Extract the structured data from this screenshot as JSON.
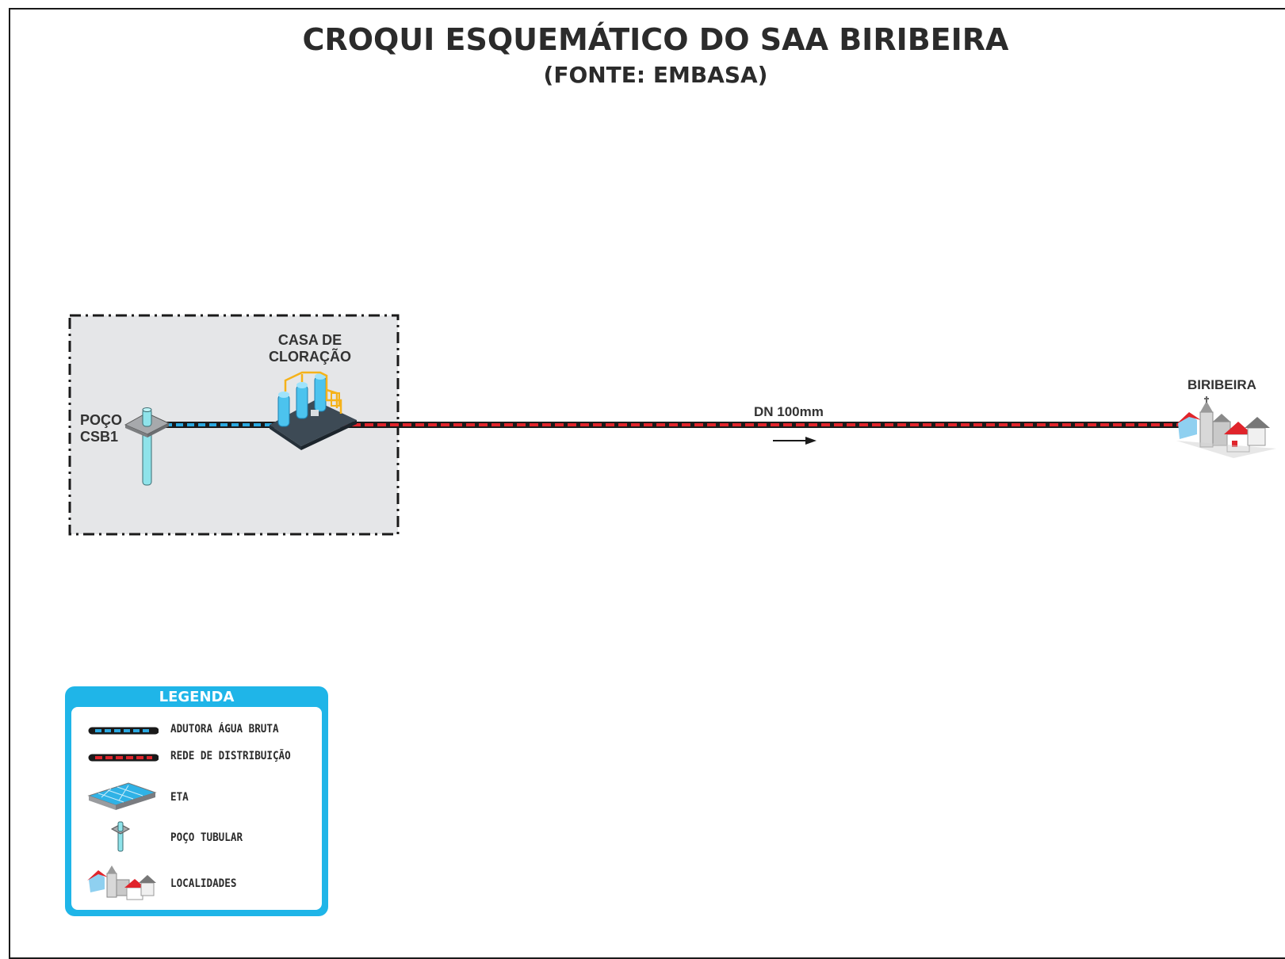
{
  "title": "CROQUI ESQUEMÁTICO DO SAA BIRIBEIRA",
  "subtitle": "(FONTE: EMBASA)",
  "nodes": {
    "poco": {
      "line1": "POÇO",
      "line2": "CSB1"
    },
    "casa": {
      "line1": "CASA DE",
      "line2": "CLORAÇÃO"
    },
    "localidade": {
      "name": "BIRIBEIRA"
    }
  },
  "pipe": {
    "label": "DN 100mm"
  },
  "colors": {
    "raw_water": "#2aa8e0",
    "distribution": "#e0242b",
    "pipe_base": "#1a1a1a",
    "area_fill": "#e5e6e8",
    "legend_frame": "#1fb5e8"
  },
  "legend": {
    "title": "LEGENDA",
    "items": [
      {
        "icon": "blue-dashed-line",
        "label": "ADUTORA ÁGUA BRUTA"
      },
      {
        "icon": "red-dashed-line",
        "label": "REDE DE DISTRIBUIÇÃO"
      },
      {
        "icon": "eta-icon",
        "label": "ETA"
      },
      {
        "icon": "well-icon",
        "label": "POÇO TUBULAR"
      },
      {
        "icon": "town-icon",
        "label": "LOCALIDADES"
      }
    ]
  }
}
